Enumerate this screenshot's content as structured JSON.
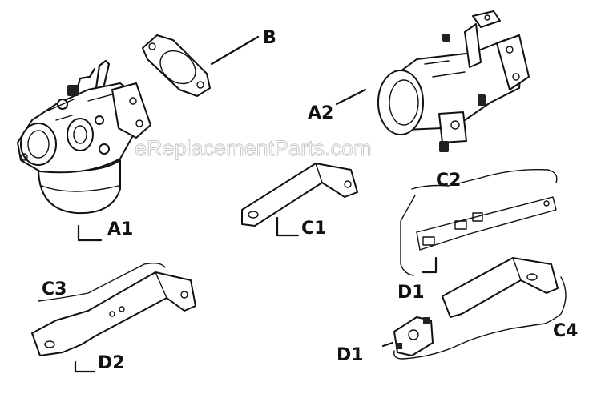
{
  "watermark": "eReplacementParts.com",
  "labels": {
    "a1": "A1",
    "a2": "A2",
    "b": "B",
    "c1": "C1",
    "c2": "C2",
    "c3": "C3",
    "c4": "C4",
    "d1_upper": "D1",
    "d1_lower": "D1",
    "d2": "D2"
  }
}
